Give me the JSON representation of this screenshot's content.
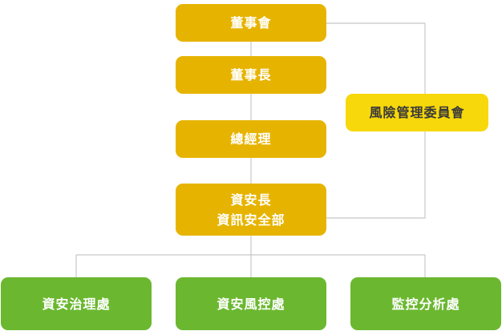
{
  "colors": {
    "executive": "#E6B400",
    "committee": "#F7D80A",
    "division": "#6BB830",
    "connector": "#C8C8C8"
  },
  "chart": {
    "nodes": {
      "board": {
        "label": "董事會"
      },
      "chairman": {
        "label": "董事長"
      },
      "president": {
        "label": "總經理"
      },
      "ciso": {
        "lines": [
          "資安長",
          "資訊安全部"
        ]
      },
      "risk_committee": {
        "label": "風險管理委員會"
      },
      "governance": {
        "label": "資安治理處"
      },
      "risk_control": {
        "label": "資安風控處"
      },
      "monitoring": {
        "label": "監控分析處"
      }
    }
  }
}
